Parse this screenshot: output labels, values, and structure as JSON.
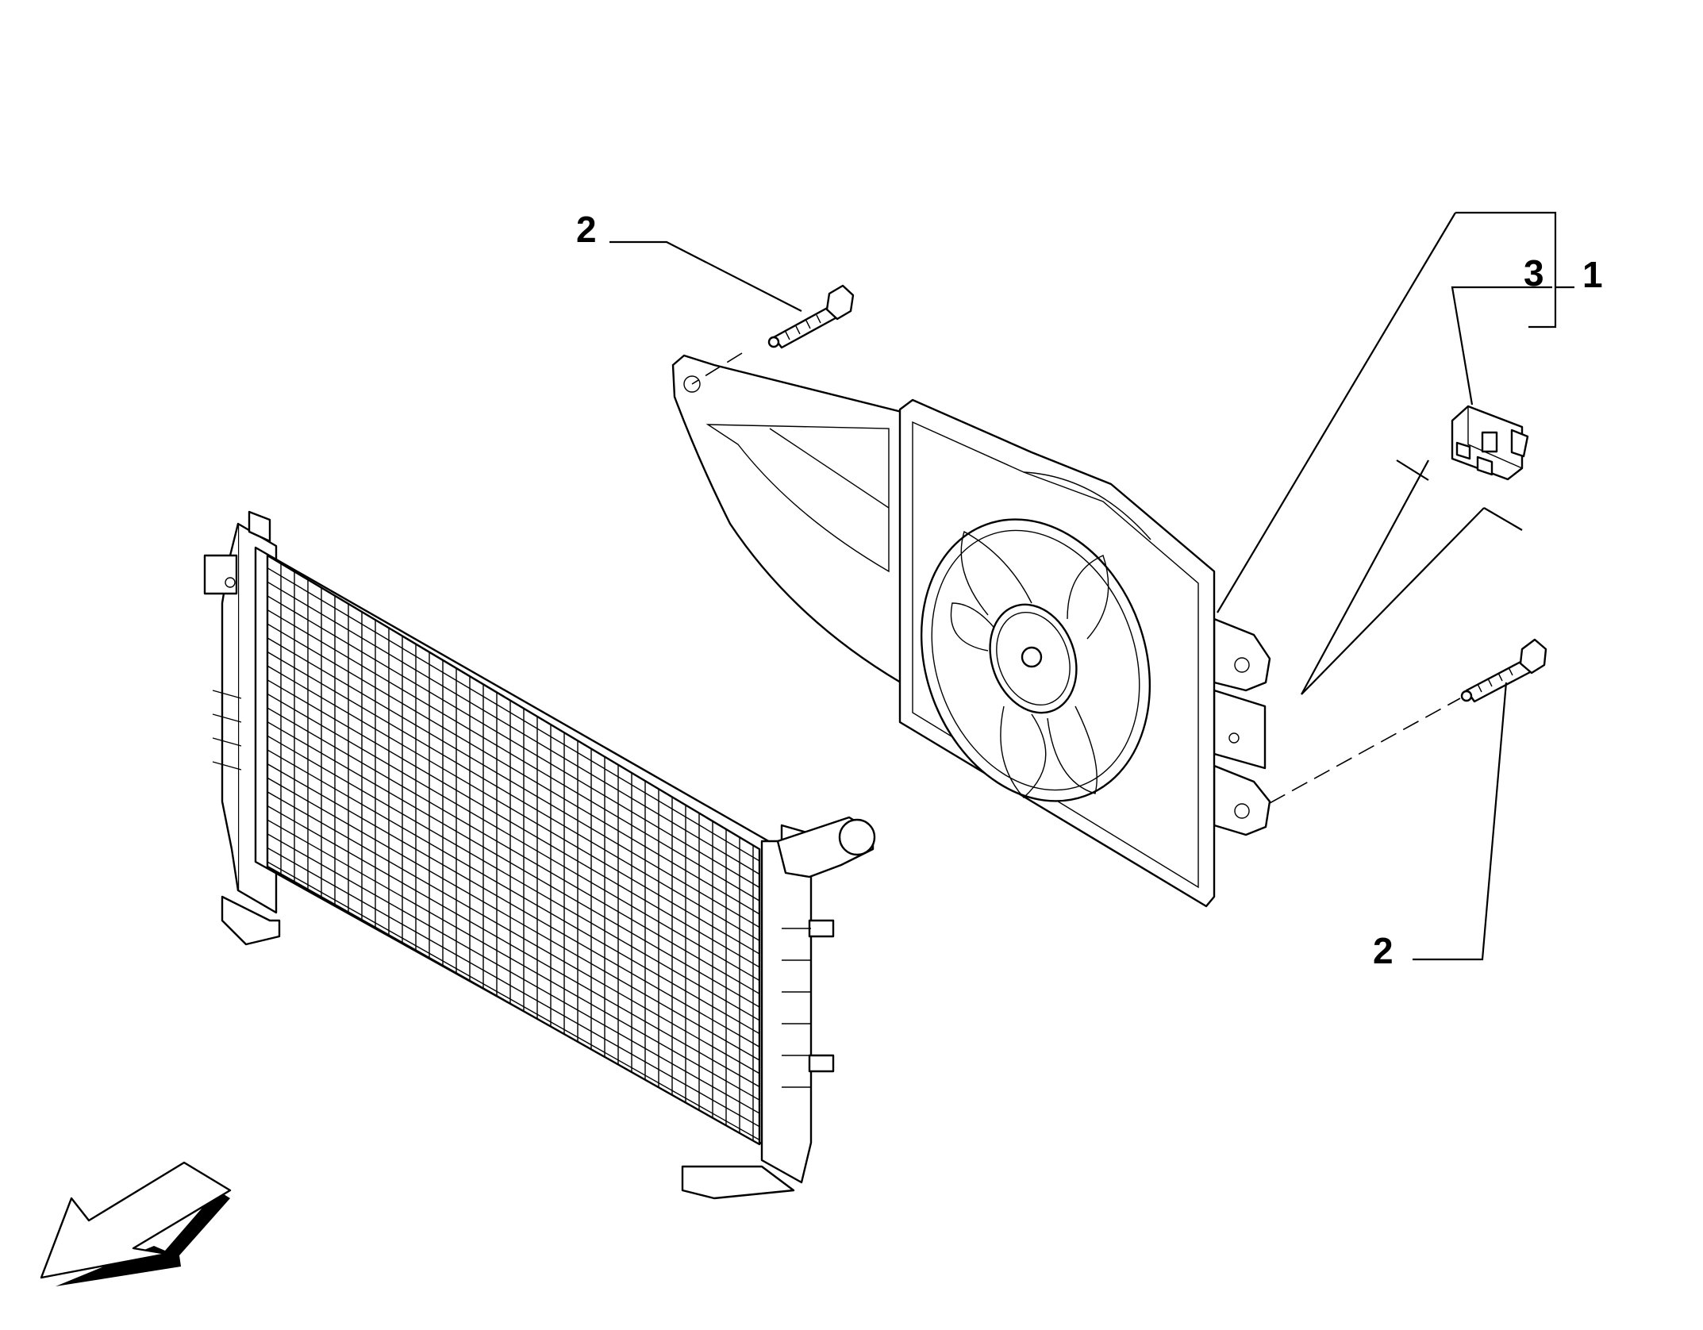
{
  "callouts": {
    "bolt_top": "2",
    "bolt_right": "2",
    "resistor": "3",
    "fan_assembly": "1"
  }
}
